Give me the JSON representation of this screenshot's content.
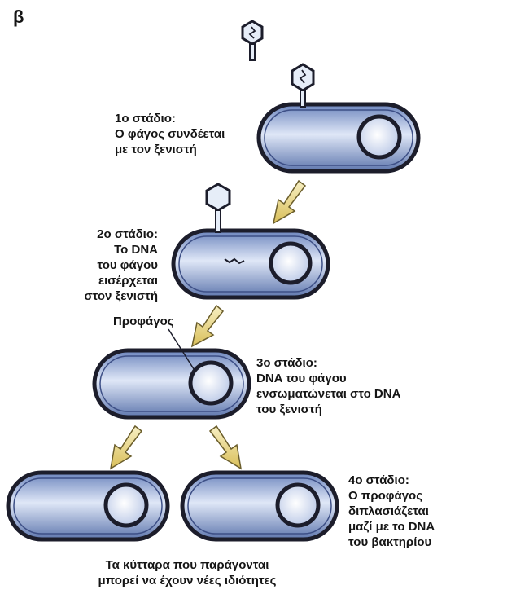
{
  "panel_label": "β",
  "stage1": {
    "title": "1ο στάδιο:",
    "lines": [
      "Ο φάγος συνδέεται",
      "με τον ξενιστή"
    ]
  },
  "stage2": {
    "title": "2ο στάδιο:",
    "lines": [
      "Το DNA",
      "του φάγου",
      "εισέρχεται",
      "στον ξενιστή"
    ]
  },
  "prophage_label": "Προφάγος",
  "stage3": {
    "title": "3ο στάδιο:",
    "lines": [
      "DNA του φάγου",
      "ενσωματώνεται στο DNA",
      "του ξενιστή"
    ]
  },
  "stage4": {
    "title": "4ο στάδιο:",
    "lines": [
      "Ο προφάγος",
      "διπλασιάζεται",
      "μαζί με το DNA",
      "του βακτηρίου"
    ]
  },
  "caption": {
    "lines": [
      "Τα κύτταρα που παράγονται",
      "μπορεί να έχουν νέες ιδιότητες"
    ]
  },
  "colors": {
    "cell_fill": "#8fa7d4",
    "cell_highlight": "#dfe7f7",
    "cell_outline": "#1c1d2b",
    "nucleoid_fill": "#e8edf8",
    "phage_fill": "#e6edf8",
    "arrow_fill": "#e9d98a",
    "arrow_outline": "#6b5e2c",
    "text": "#151515"
  }
}
